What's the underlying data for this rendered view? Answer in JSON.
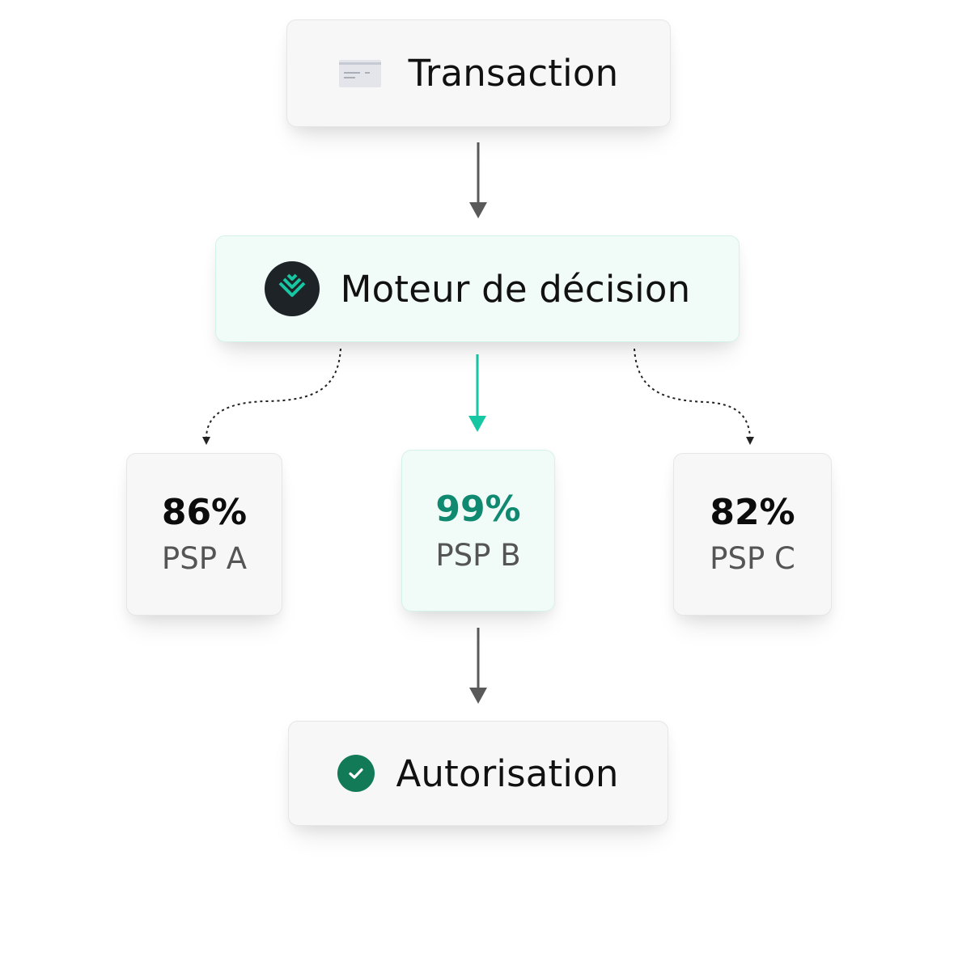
{
  "nodes": {
    "transaction": {
      "label": "Transaction",
      "icon": "credit-card-icon"
    },
    "engine": {
      "label": "Moteur de décision",
      "icon": "decision-engine-logo-icon"
    },
    "authorization": {
      "label": "Autorisation",
      "icon": "check-circle-icon"
    }
  },
  "psps": [
    {
      "value": "86%",
      "name": "PSP A",
      "selected": false
    },
    {
      "value": "99%",
      "name": "PSP B",
      "selected": true
    },
    {
      "value": "82%",
      "name": "PSP C",
      "selected": false
    }
  ],
  "colors": {
    "accent": "#16c7a3",
    "accent_text": "#0f8a70",
    "success": "#137a57",
    "logo_bg": "#1e2328",
    "arrow": "#5a5a5a"
  }
}
